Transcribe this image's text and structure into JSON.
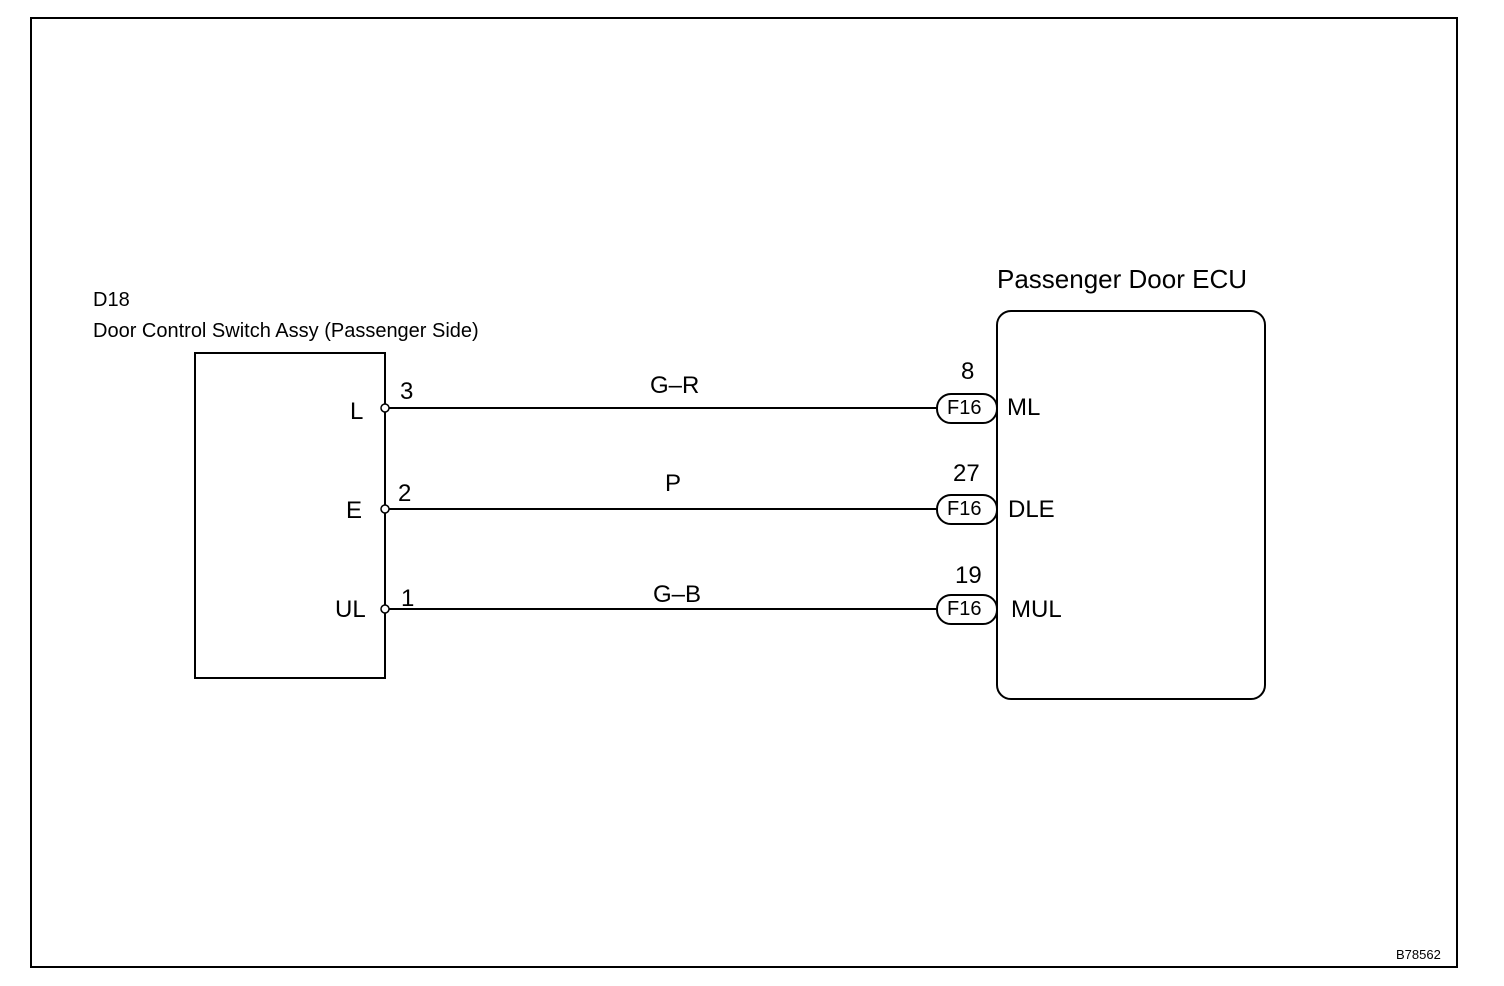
{
  "left_component": {
    "code": "D18",
    "name": "Door Control Switch Assy (Passenger Side)",
    "pins": [
      {
        "name": "L",
        "number": "3"
      },
      {
        "name": "E",
        "number": "2"
      },
      {
        "name": "UL",
        "number": "1"
      }
    ]
  },
  "right_component": {
    "name": "Passenger Door ECU",
    "pins": [
      {
        "name": "ML",
        "number": "8",
        "connector": "F16"
      },
      {
        "name": "DLE",
        "number": "27",
        "connector": "F16"
      },
      {
        "name": "MUL",
        "number": "19",
        "connector": "F16"
      }
    ]
  },
  "wires": [
    {
      "color_code": "G–R"
    },
    {
      "color_code": "P"
    },
    {
      "color_code": "G–B"
    }
  ],
  "figure_id": "B78562"
}
